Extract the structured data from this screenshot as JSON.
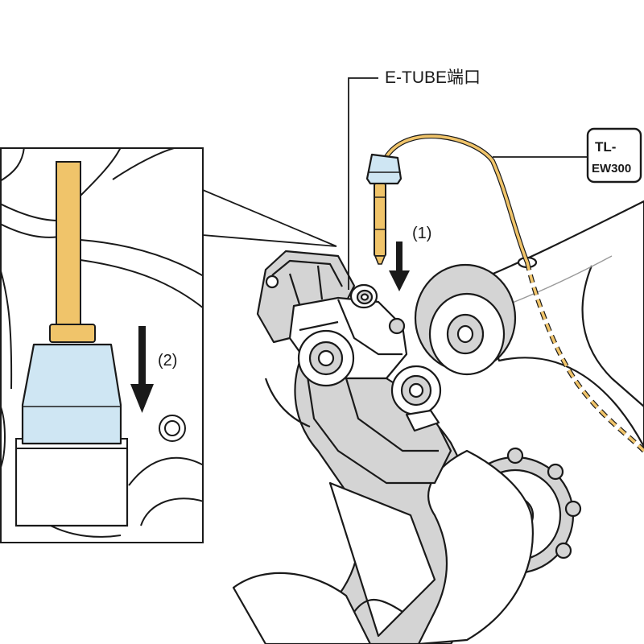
{
  "labels": {
    "port": "E-TUBE端口",
    "step1": "(1)",
    "step2": "(2)"
  },
  "tool": {
    "line1": "TL-",
    "line2": "EW300"
  },
  "colors": {
    "cable": "#f0c46a",
    "connector": "#cfe6f3",
    "outline": "#1a1a1a",
    "shade": "#d4d4d4"
  }
}
